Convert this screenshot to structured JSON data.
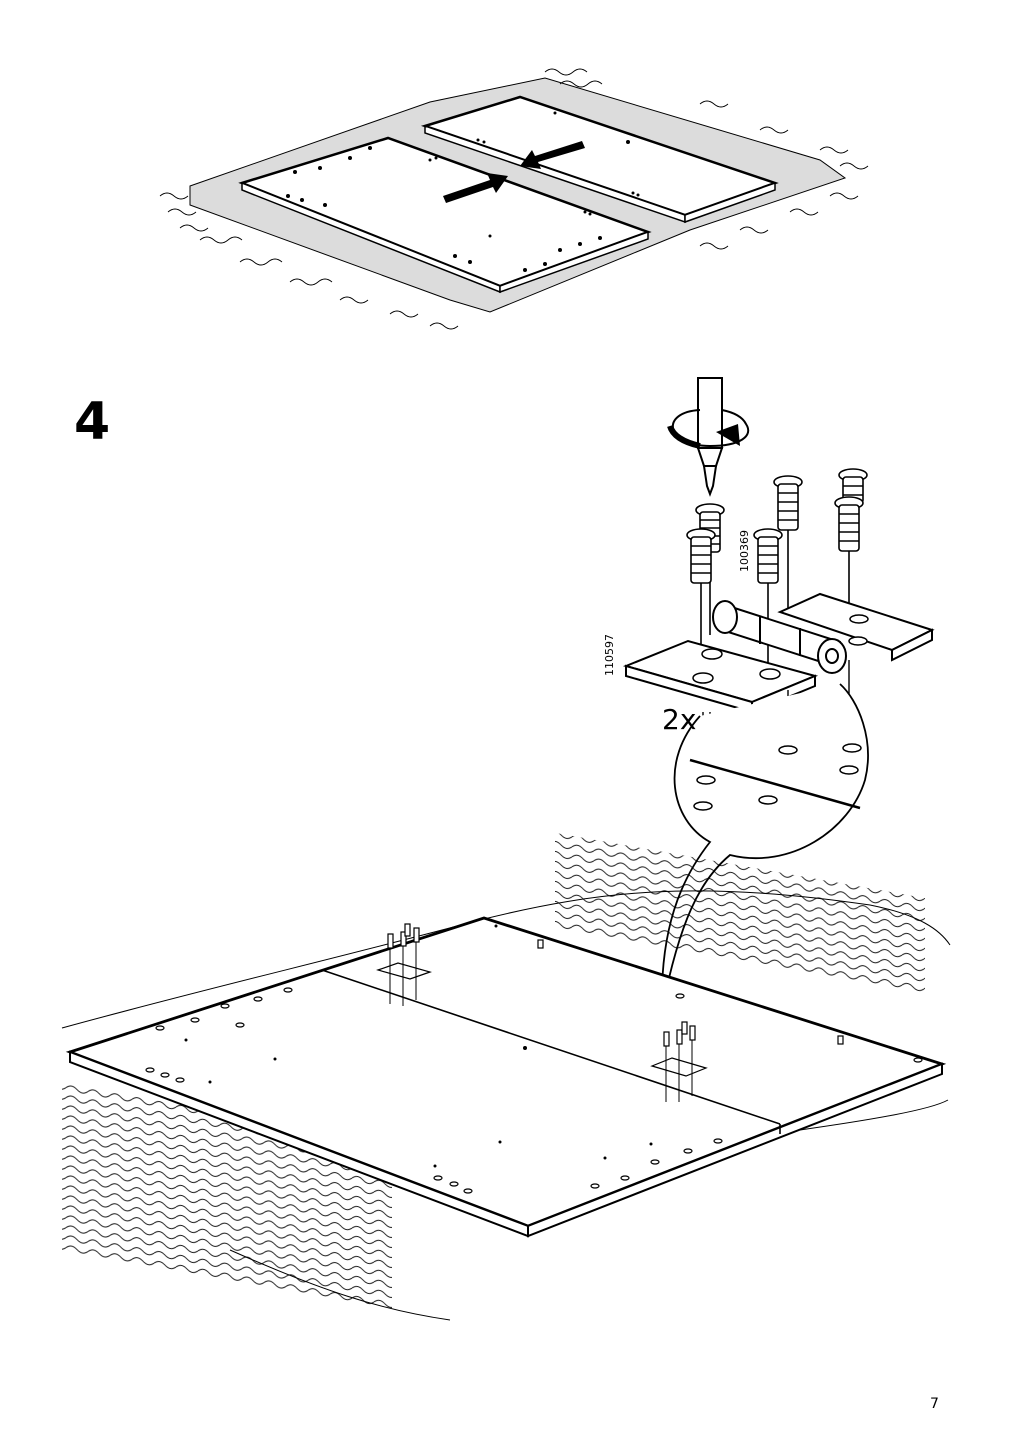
{
  "step": {
    "number": "4",
    "quantity": "2x"
  },
  "parts": {
    "screw_code_a": "100369",
    "screw_code_b": "110597"
  },
  "page": {
    "number": "7"
  },
  "icons": [
    "push-together-arrow-icon",
    "screwdriver-rotate-icon",
    "screw-icon",
    "hinge-icon",
    "zoom-callout-icon"
  ],
  "colors": {
    "ink": "#000000",
    "floor": "#d9d9d9",
    "panel": "#ffffff"
  }
}
